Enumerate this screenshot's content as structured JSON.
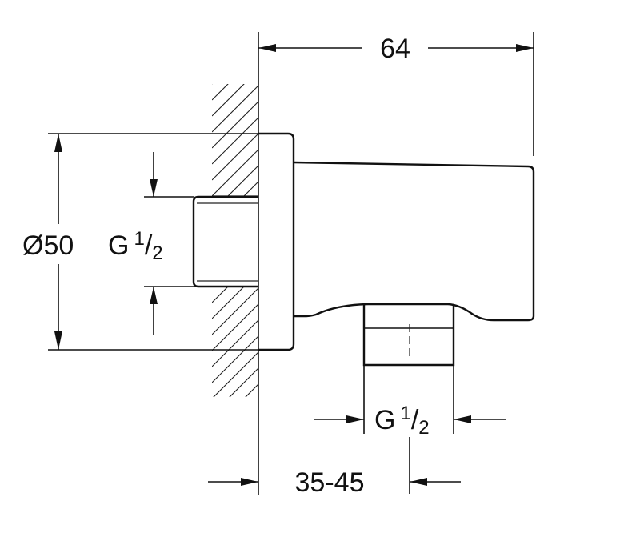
{
  "drawing": {
    "width_dim": "64",
    "diameter_dim": "Ø50",
    "inlet_thread": {
      "prefix": "G",
      "num": "1",
      "sep": "/",
      "den": "2"
    },
    "outlet_thread": {
      "prefix": "G",
      "num": "1",
      "sep": "/",
      "den": "2"
    },
    "wall_depth_dim": "35-45"
  }
}
